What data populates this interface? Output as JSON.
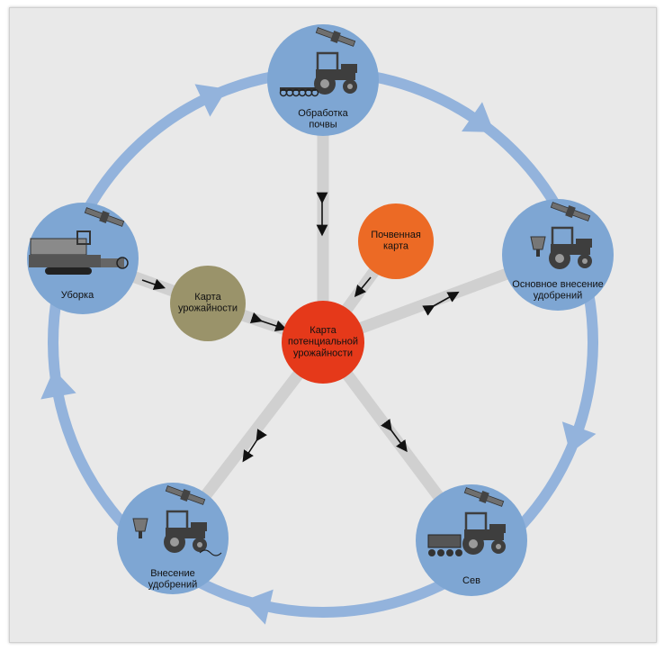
{
  "stages": [
    {
      "id": "tillage",
      "lines": [
        "Обработка",
        "почвы"
      ]
    },
    {
      "id": "fertilizing-basic",
      "lines": [
        "Основное внесение",
        "удобрений"
      ]
    },
    {
      "id": "sowing",
      "lines": [
        "Сев"
      ]
    },
    {
      "id": "fertilizing",
      "lines": [
        "Внесение",
        "удобрений"
      ]
    },
    {
      "id": "harvest",
      "lines": [
        "Уборка"
      ]
    }
  ],
  "center": {
    "lines": [
      "Карта",
      "потенциальной",
      "урожайности"
    ]
  },
  "soil_map": {
    "lines": [
      "Почвенная",
      "карта"
    ]
  },
  "yield_map": {
    "lines": [
      "Карта",
      "урожайности"
    ]
  },
  "colors": {
    "background": "#e9e9e9",
    "stage_circle": "#7ea6d3",
    "cycle_ring": "#93b3dc",
    "spoke": "#d0d0d0",
    "center": "#e5391a",
    "soil_map": "#ec6a25",
    "yield_map": "#9a936a",
    "machinery": "#3e3e3e"
  },
  "icons": {
    "stage_machinery": "tractor-icon",
    "harvest_machinery": "combine-harvester-icon",
    "gps_satellite": "satellite-icon",
    "link_arrow": "double-arrow-icon"
  }
}
